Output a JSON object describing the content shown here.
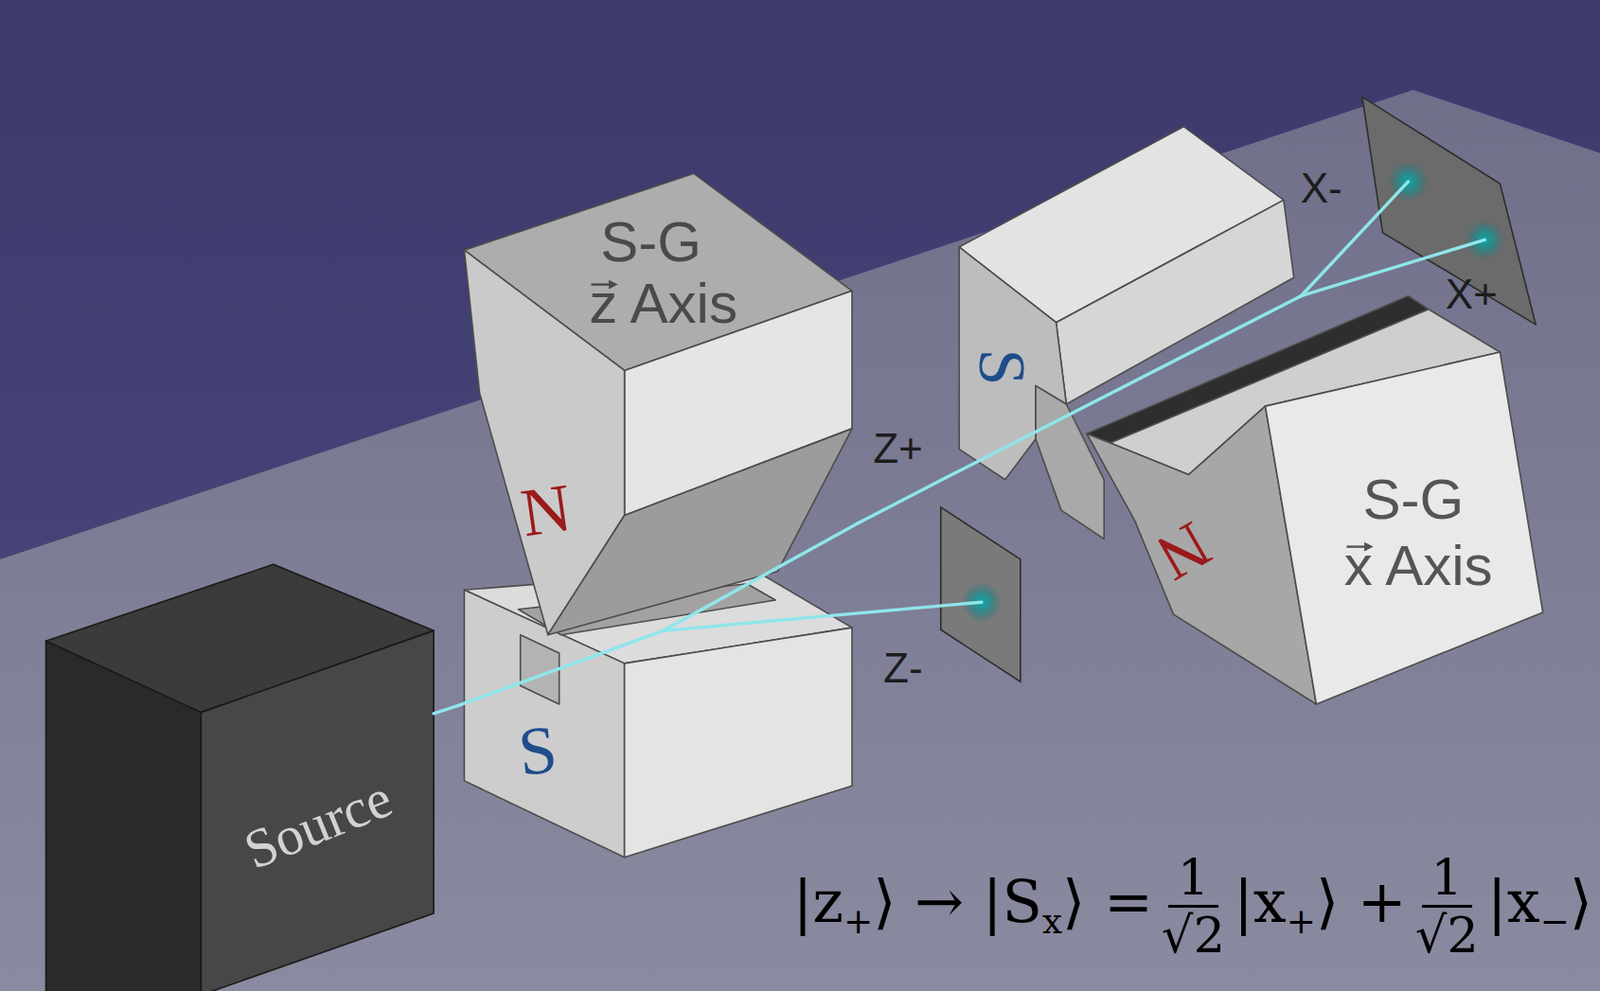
{
  "diagram": {
    "nodes": [
      {
        "text": [
          "Source"
        ]
      },
      {
        "text": [
          "S-G",
          "z Axis",
          "N",
          "S"
        ]
      },
      {
        "text": [
          "S-G",
          "x Axis",
          "S",
          "N"
        ]
      }
    ],
    "edges": [
      {
        "from": 0,
        "to": 1,
        "arrow": "none"
      },
      {
        "from": 1,
        "to": 2,
        "arrow": "none"
      }
    ],
    "labels": [
      "Z+",
      "Z-",
      "X-",
      "X+",
      "|z",
      "+",
      "⟩ → |S",
      "x",
      "⟩ =",
      "1",
      "√2",
      "|x",
      "+",
      "⟩ +",
      "1",
      "√2",
      "|x",
      "−",
      "⟩"
    ]
  }
}
